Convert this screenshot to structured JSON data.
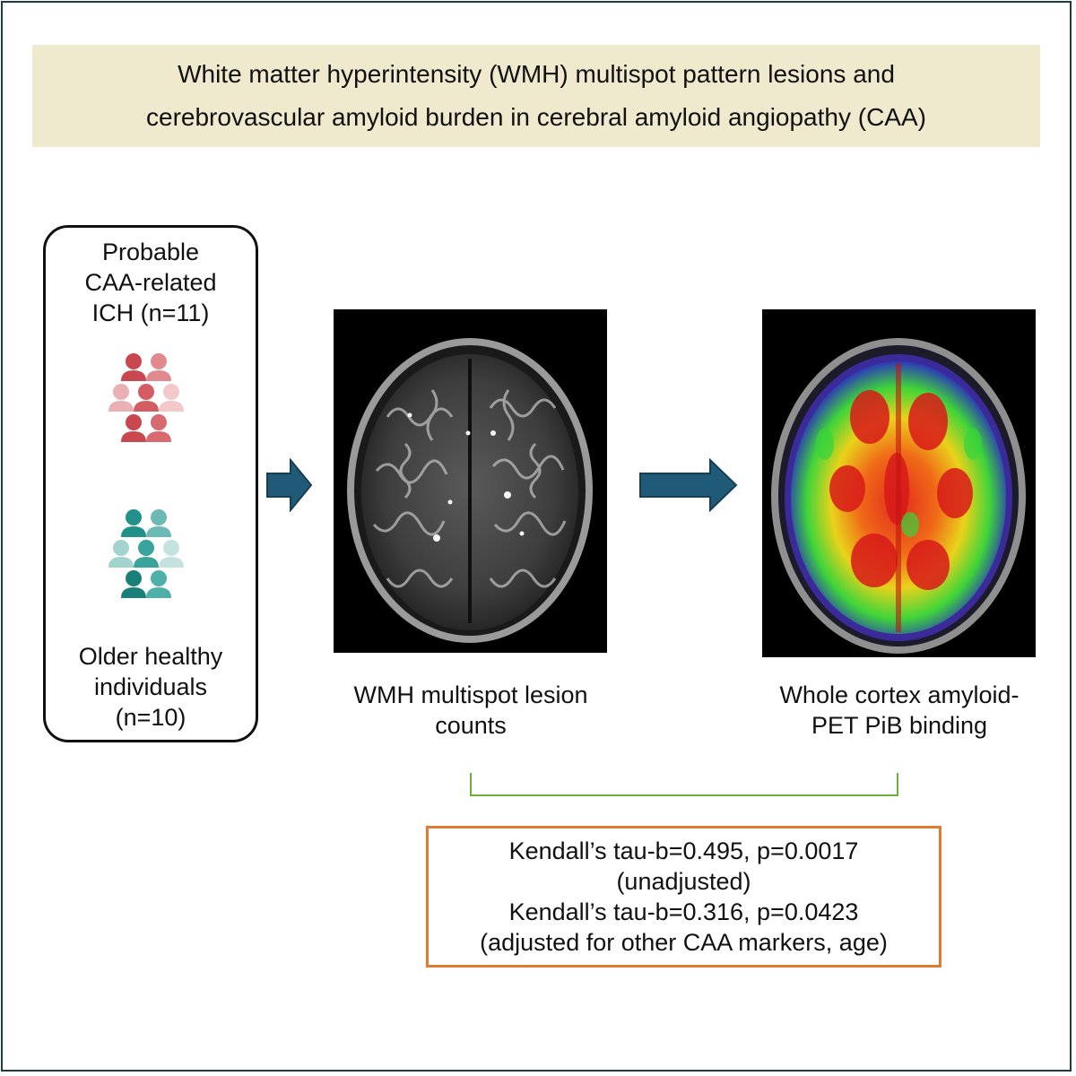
{
  "title": {
    "line1": "White matter hyperintensity (WMH) multispot pattern lesions and",
    "line2": "cerebrovascular amyloid burden in cerebral amyloid angiopathy (CAA)"
  },
  "cohorts": {
    "caa_line1": "Probable",
    "caa_line2": "CAA-related",
    "caa_line3": "ICH (n=11)",
    "healthy_line1": "Older healthy",
    "healthy_line2": "individuals",
    "healthy_line3": "(n=10)",
    "caa_color": "#c9474f",
    "healthy_color": "#22918a"
  },
  "panels": {
    "wmh_caption_line1": "WMH multispot lesion",
    "wmh_caption_line2": "counts",
    "pet_caption_line1": "Whole cortex amyloid-",
    "pet_caption_line2": "PET PiB binding"
  },
  "stats": {
    "line1": "Kendall’s tau-b=0.495, p=0.0017",
    "line2": "(unadjusted)",
    "line3": "Kendall’s tau-b=0.316, p=0.0423",
    "line4": "(adjusted for other CAA markers, age)"
  },
  "colors": {
    "arrow": "#1f5a78",
    "bracket": "#6bb23c",
    "stats_border": "#e07a34",
    "title_bg": "#efe9cd"
  }
}
